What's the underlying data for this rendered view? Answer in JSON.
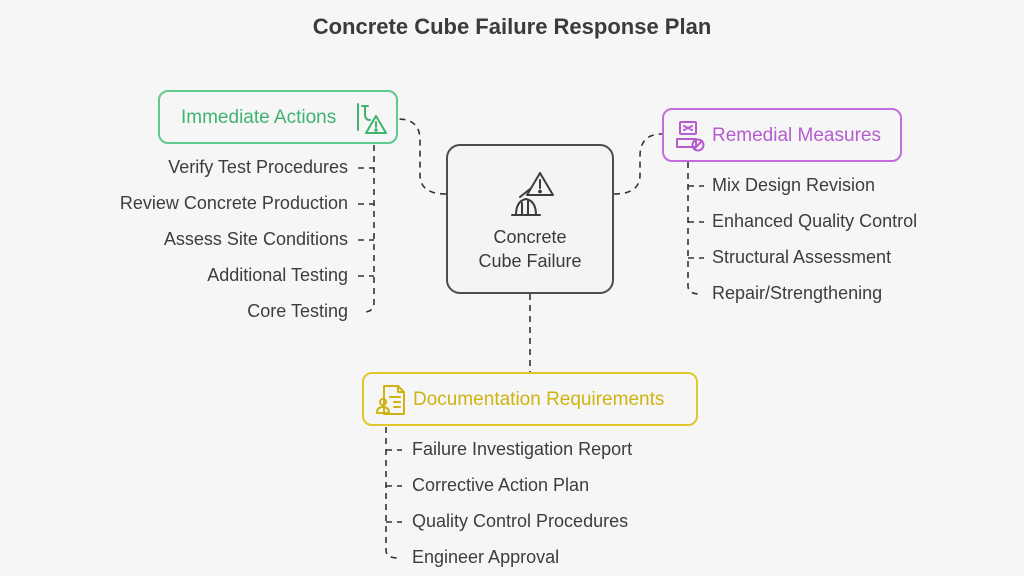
{
  "title": "Concrete Cube Failure Response Plan",
  "center": {
    "label": "Concrete\nCube Failure",
    "icon": "wet-floor-warning-icon"
  },
  "categories": {
    "immediate": {
      "label": "Immediate Actions",
      "color": "#3fb36f",
      "icon": "test-tube-warning-icon",
      "items": [
        "Verify Test Procedures",
        "Review Concrete Production",
        "Assess Site Conditions",
        "Additional Testing",
        "Core Testing"
      ]
    },
    "remedial": {
      "label": "Remedial Measures",
      "color": "#b65bd0",
      "icon": "tools-blocked-icon",
      "items": [
        "Mix Design Revision",
        "Enhanced Quality Control",
        "Structural Assessment",
        "Repair/Strengthening"
      ]
    },
    "documentation": {
      "label": "Documentation Requirements",
      "color": "#cfb312",
      "icon": "document-user-icon",
      "items": [
        "Failure Investigation Report",
        "Corrective Action Plan",
        "Quality Control Procedures",
        "Engineer Approval"
      ]
    }
  }
}
